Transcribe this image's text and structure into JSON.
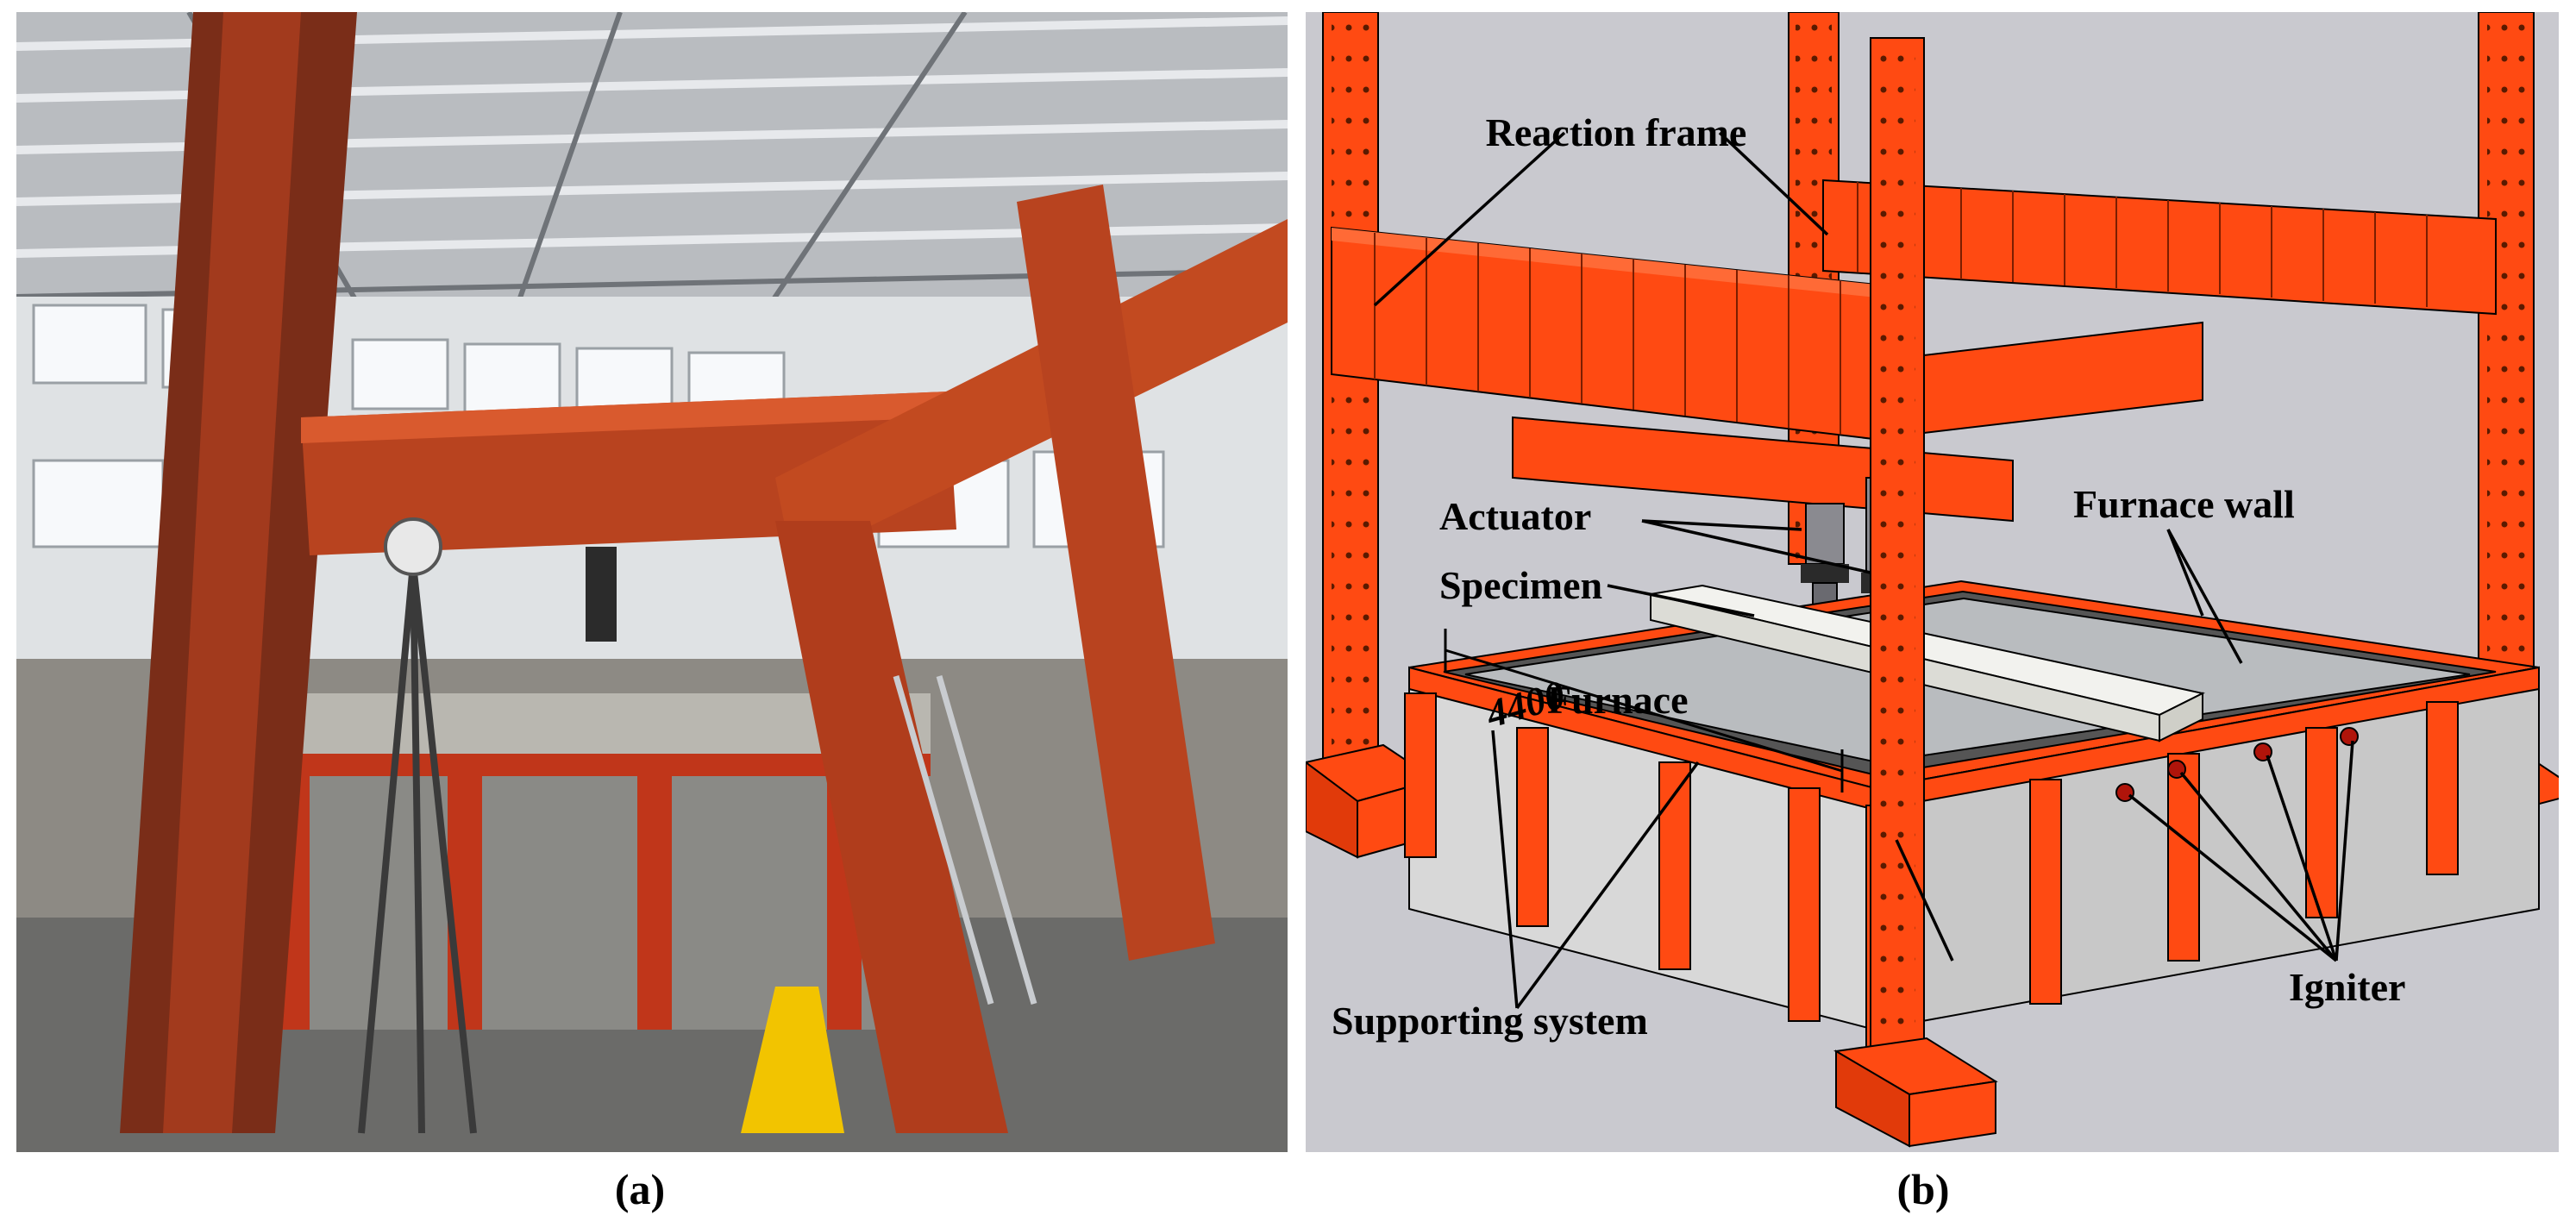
{
  "panels": [
    {
      "id": "a",
      "caption": "(a)"
    },
    {
      "id": "b",
      "caption": "(b)"
    }
  ],
  "labels": {
    "reaction_frame": "Reaction frame",
    "actuator": "Actuator",
    "specimen": "Specimen",
    "furnace_wall": "Furnace wall",
    "furnace": "Furnace",
    "dimension": "4400",
    "supporting_system": "Supporting system",
    "igniter": "Igniter"
  },
  "colors": {
    "frame_orange": "#ff4a12",
    "frame_rust": "#b8431f",
    "background_grey": "#c9c9cf",
    "specimen_white": "#f2f2ee"
  }
}
